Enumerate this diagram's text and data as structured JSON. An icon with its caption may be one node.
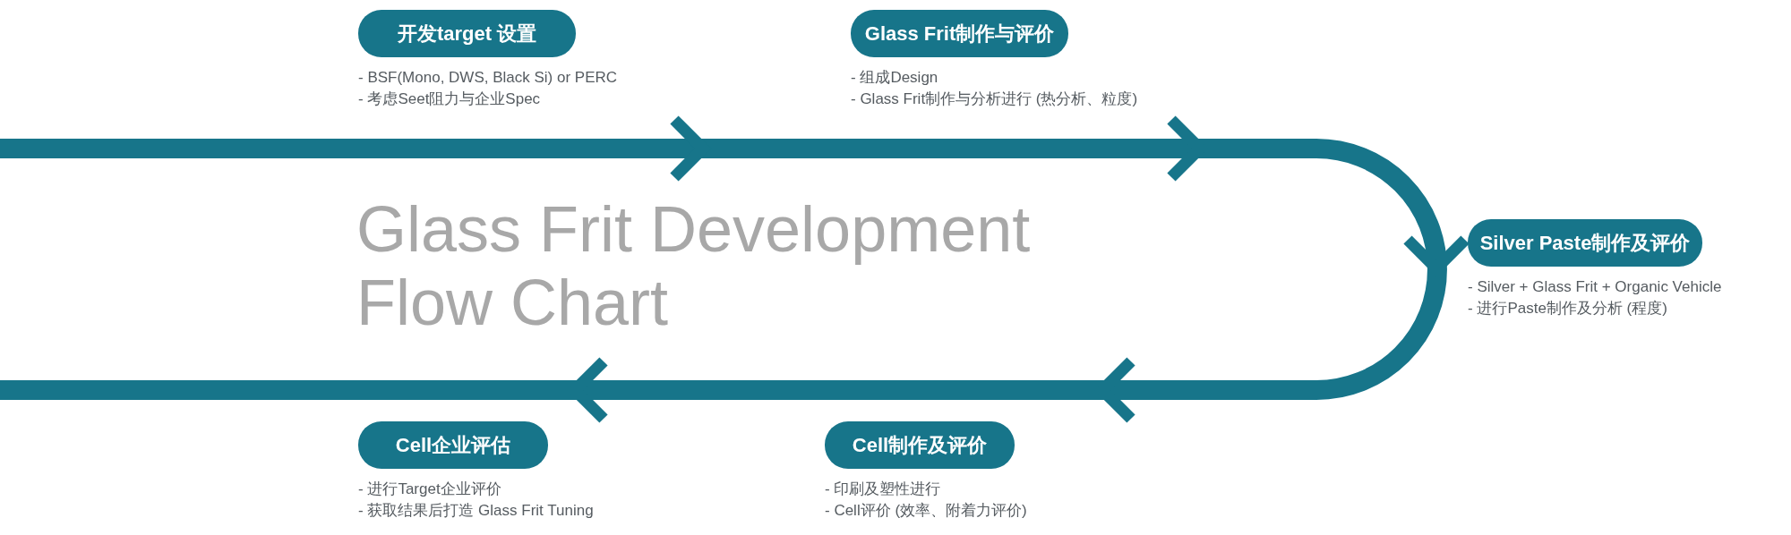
{
  "diagram": {
    "title": "Glass Frit Development Flow Chart",
    "nodes": [
      {
        "text": [
          "开发target 设置"
        ],
        "beside": [
          "- BSF(Mono, DWS, Black Si) or PERC",
          "- 考虑Seet阻力与企业Spec"
        ]
      },
      {
        "text": [
          "Glass Frit制作与评价"
        ],
        "beside": [
          "- 组成Design",
          "- Glass Frit制作与分析进行 (热分析、粒度)"
        ]
      },
      {
        "text": [
          "Silver Paste制作及评价"
        ],
        "beside": [
          "- Silver + Glass Frit + Organic Vehicle",
          "- 进行Paste制作及分析 (程度)"
        ]
      },
      {
        "text": [
          "Cell企业评估"
        ],
        "beside": [
          "- 进行Target企业评价",
          "- 获取结果后打造 Glass Frit Tuning"
        ]
      },
      {
        "text": [
          "Cell制作及评价"
        ],
        "beside": [
          "- 印刷及塑性进行",
          "- Cell评价 (效率、附着力评价)"
        ]
      }
    ]
  }
}
